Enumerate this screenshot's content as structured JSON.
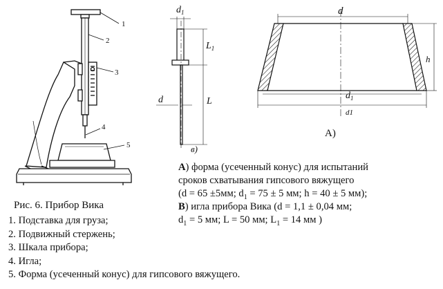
{
  "figure": {
    "caption": "Рис. 6. Прибор Вика",
    "part_callouts": [
      "1",
      "2",
      "3",
      "4",
      "5"
    ],
    "parts": [
      "1.  Подставка для груза;",
      "2.  Подвижный стержень;",
      "3.  Шкала прибора;",
      "4.  Игла;",
      "5.  Форма (усеченный конус) для гипсового вяжущего."
    ]
  },
  "needle_drawing": {
    "label_d1": "d",
    "label_d1_sub": "1",
    "label_L1": "L",
    "label_L1_sub": "1",
    "label_d": "d",
    "label_L": "L",
    "panel_label": "в)"
  },
  "cone_drawing": {
    "label_d": "d",
    "label_h": "h",
    "label_d1": "d",
    "label_d1_sub": "1",
    "label_bottom": "d1",
    "panel_label": "А)"
  },
  "description": {
    "a_letter": "А",
    "a_line1": ") форма (усеченный конус) для испытаний",
    "a_line2": "сроков схватывания гипсового  вяжущего",
    "a_line3_d": "(d = 65 ±5мм;  d",
    "a_line3_sub": "1",
    "a_line3_rest": " = 75 ± 5 мм;  h = 40 ± 5 мм);",
    "b_letter": "В",
    "b_line1": ") игла прибора Вика (d = 1,1 ± 0,04 мм;",
    "b_line2_d": "d",
    "b_line2_sub1": "1",
    "b_line2_mid": " = 5 мм;  L = 50 мм; L",
    "b_line2_sub2": "1",
    "b_line2_end": " = 14 мм  )"
  }
}
